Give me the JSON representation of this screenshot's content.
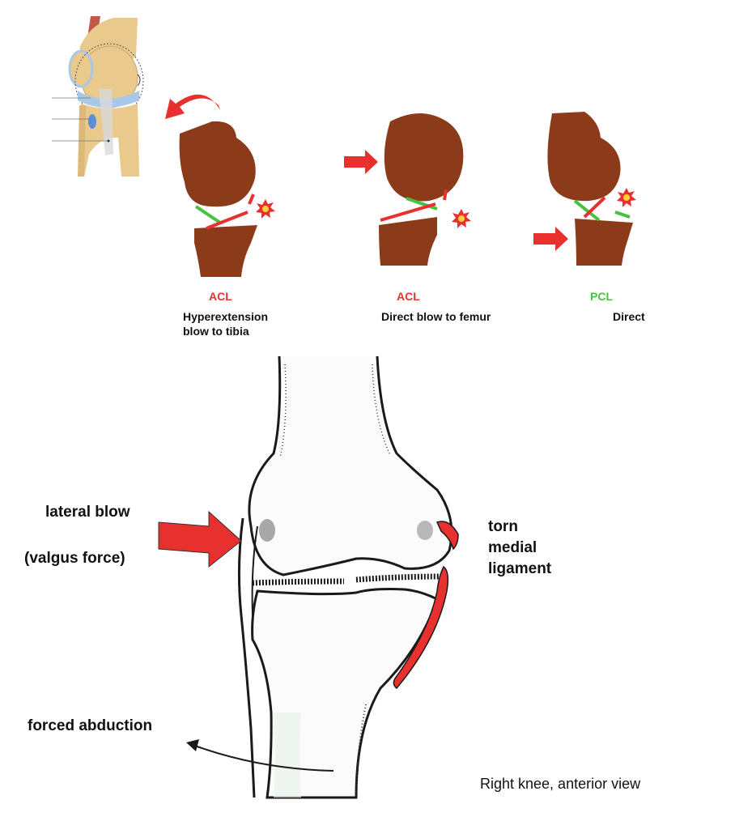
{
  "panels": [
    {
      "ligament": "ACL",
      "ligament_color": "#e8302e",
      "mechanism_lines": [
        "Hyperextension",
        "blow to tibia"
      ]
    },
    {
      "ligament": "ACL",
      "ligament_color": "#e8302e",
      "mechanism_lines": [
        "Direct blow to femur"
      ]
    },
    {
      "ligament": "PCL",
      "ligament_color": "#48c040",
      "mechanism_lines": [
        "Direct"
      ]
    }
  ],
  "knee_diagram": {
    "lateral_blow": "lateral blow",
    "valgus_force": "(valgus force)",
    "torn_lines": [
      "torn",
      "medial",
      "ligament"
    ],
    "forced_abduction": "forced abduction",
    "caption": "Right knee, anterior view"
  },
  "colors": {
    "bone": "#8b3a1a",
    "acl": "#e8302e",
    "pcl": "#48c040",
    "arrow": "#e8302e",
    "inset_bone": "#e9c98c",
    "inset_cartilage": "#a9c8e8"
  }
}
